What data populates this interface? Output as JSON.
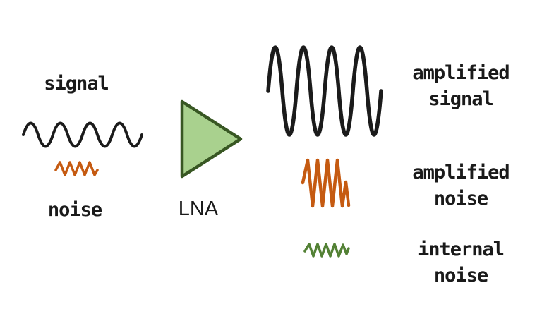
{
  "diagram": {
    "title": "LNA signal and noise amplification diagram",
    "input": {
      "signal_label": "signal",
      "noise_label": "noise"
    },
    "amplifier": {
      "label": "LNA"
    },
    "output": {
      "amplified_signal_label": "amplified\nsignal",
      "amplified_noise_label": "amplified\nnoise",
      "internal_noise_label": "internal\nnoise"
    }
  },
  "colors": {
    "signal_wave": "#1b1b1b",
    "noise_wave": "#c55a11",
    "internal_noise_wave": "#538135",
    "amplifier_fill": "#a9d18e",
    "amplifier_border": "#385723",
    "text": "#1a1a1a",
    "background": "#ffffff"
  }
}
